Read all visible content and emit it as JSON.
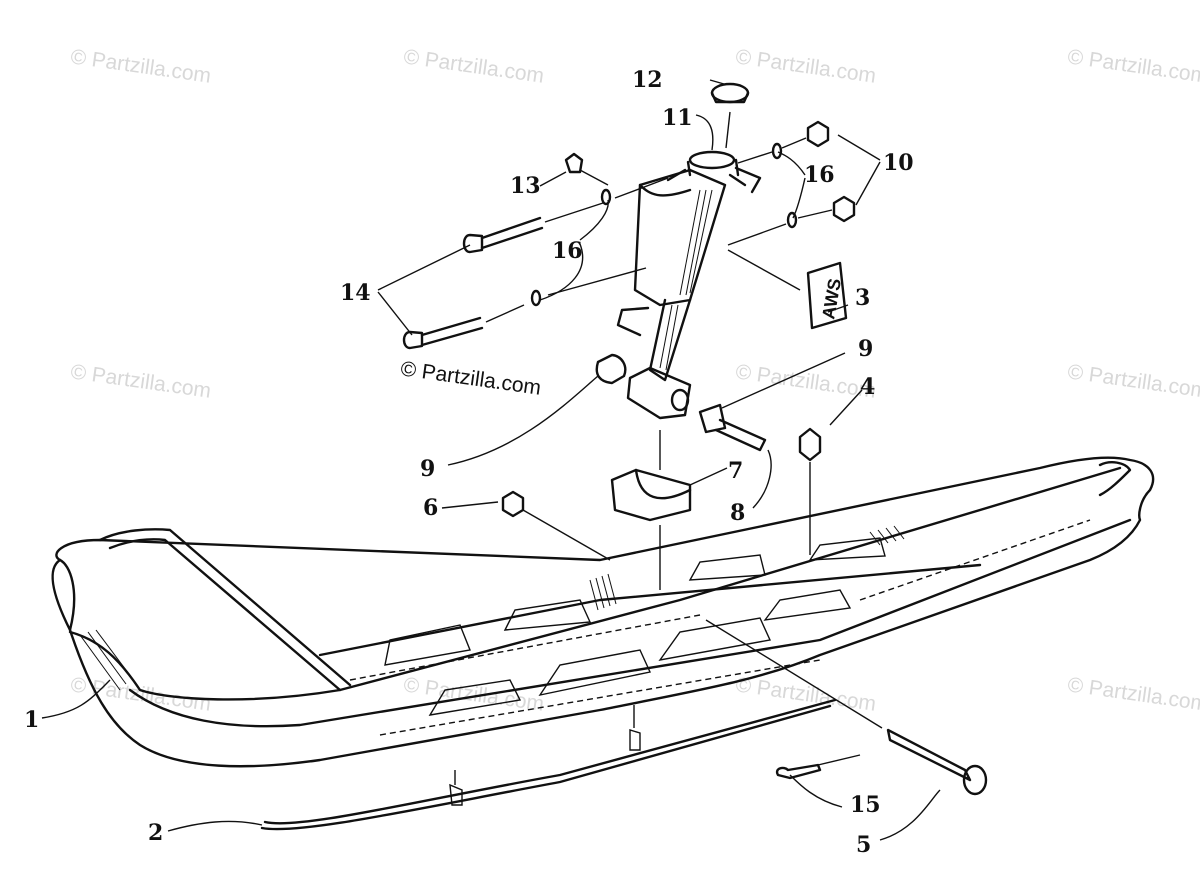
{
  "watermark": "© Partzilla.com",
  "copyright": "© Partzilla.com",
  "decal_text": "AWS",
  "callouts": [
    {
      "id": "c1",
      "text": "1"
    },
    {
      "id": "c2",
      "text": "2"
    },
    {
      "id": "c3",
      "text": "3"
    },
    {
      "id": "c4",
      "text": "4"
    },
    {
      "id": "c5",
      "text": "5"
    },
    {
      "id": "c6",
      "text": "6"
    },
    {
      "id": "c7",
      "text": "7"
    },
    {
      "id": "c8",
      "text": "8"
    },
    {
      "id": "c9a",
      "text": "9"
    },
    {
      "id": "c9b",
      "text": "9"
    },
    {
      "id": "c10",
      "text": "10"
    },
    {
      "id": "c11",
      "text": "11"
    },
    {
      "id": "c12",
      "text": "12"
    },
    {
      "id": "c13",
      "text": "13"
    },
    {
      "id": "c14",
      "text": "14"
    },
    {
      "id": "c15",
      "text": "15"
    },
    {
      "id": "c16a",
      "text": "16"
    },
    {
      "id": "c16b",
      "text": "16"
    }
  ]
}
